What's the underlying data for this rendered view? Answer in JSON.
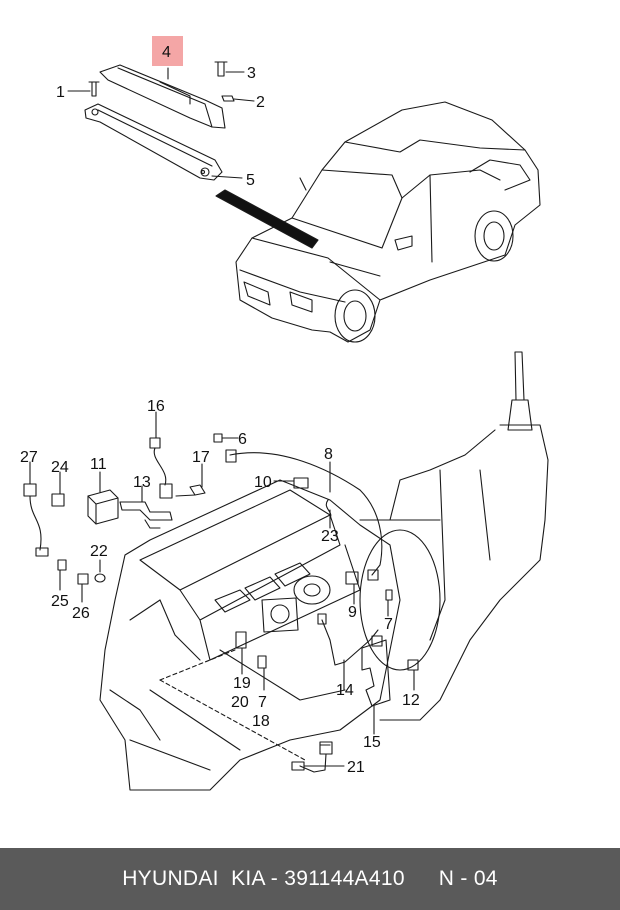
{
  "diagram": {
    "highlight_color": "#f4a6a6",
    "highlighted_callout": "4",
    "callouts": {
      "c1": "1",
      "c2": "2",
      "c3": "3",
      "c4": "4",
      "c5": "5",
      "c6": "6",
      "c7a": "7",
      "c7b": "7",
      "c8": "8",
      "c9": "9",
      "c10": "10",
      "c11": "11",
      "c12": "12",
      "c13": "13",
      "c14": "14",
      "c15": "15",
      "c16": "16",
      "c17": "17",
      "c18": "18",
      "c19": "19",
      "c20": "20",
      "c21": "21",
      "c22": "22",
      "c23": "23",
      "c24": "24",
      "c25": "25",
      "c26": "26",
      "c27": "27"
    }
  },
  "footer": {
    "brand": "HYUNDAI  KIA - 391144A410",
    "page": "N - 04"
  }
}
